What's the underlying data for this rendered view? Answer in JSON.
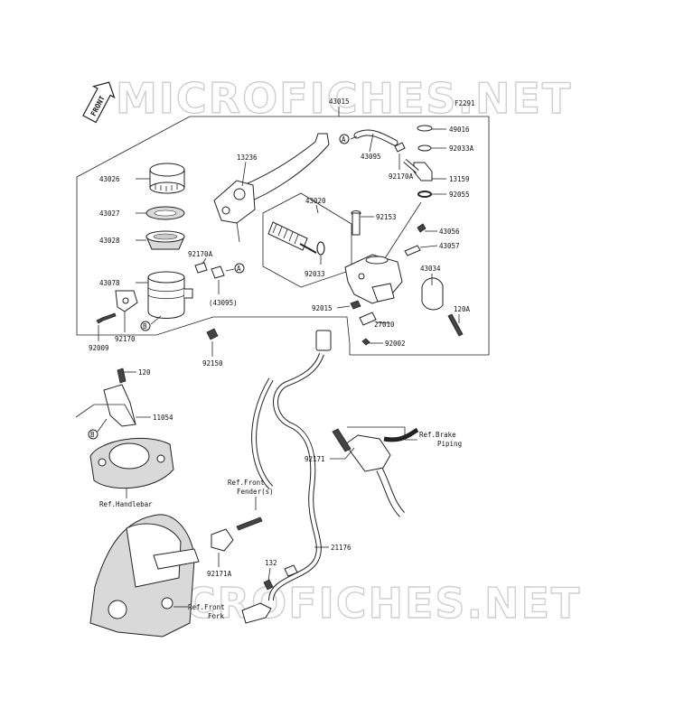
{
  "watermark": {
    "top": "MICROFICHES.NET",
    "bottom": "MICROFICHES.NET"
  },
  "diagram_code": "F2291",
  "front_label": "FRONT",
  "parts": {
    "p43015": "43015",
    "p13236": "13236",
    "p43095": "43095",
    "p49016": "49016",
    "p92033A": "92033A",
    "p92170A_top": "92170A",
    "p13159": "13159",
    "p92055": "92055",
    "p43026": "43026",
    "p43020": "43020",
    "p92153": "92153",
    "p43027": "43027",
    "p43056": "43056",
    "p43028": "43028",
    "p43057": "43057",
    "p92170A_mid": "92170A",
    "p43034": "43034",
    "p43078": "43078",
    "p92033": "92033",
    "p43095p": "(43095)",
    "p92015": "92015",
    "p120A": "120A",
    "p27010": "27010",
    "p92002": "92002",
    "p92009": "92009",
    "p92170": "92170",
    "p92150": "92150",
    "p120": "120",
    "p11054": "11054",
    "p92171": "92171",
    "p21176": "21176",
    "p92171A": "92171A",
    "p132": "132"
  },
  "refs": {
    "handlebar": "Ref.Handlebar",
    "brake_1": "Ref.Brake",
    "brake_2": "Piping",
    "fender_1": "Ref.Front",
    "fender_2": "Fender(s)",
    "fork_1": "Ref.Front",
    "fork_2": "Fork"
  },
  "callouts": {
    "a1": "A",
    "a2": "A",
    "b1": "B",
    "b2": "B"
  }
}
